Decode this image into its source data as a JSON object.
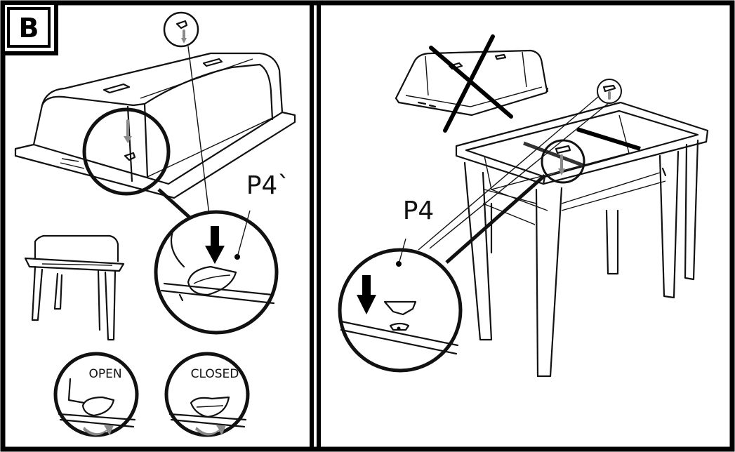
{
  "step_badge": "B",
  "left_panel": {
    "callout_label": "P4`",
    "state_open_label": "OPEN",
    "state_closed_label": "CLOSED"
  },
  "right_panel": {
    "callout_label": "P4"
  },
  "colors": {
    "line": "#111111",
    "accent_arrow": "#8a8a8a",
    "background": "#ffffff"
  },
  "icons": [
    "down-arrow-icon",
    "rotate-arrow-icon",
    "cross-out-icon",
    "clip-icon"
  ]
}
